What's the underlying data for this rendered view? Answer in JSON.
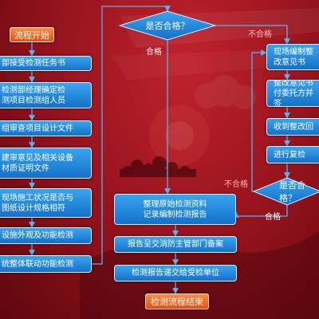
{
  "nodes": {
    "start": "流程开始",
    "receive_task": "部接受检测任务书",
    "assign_personnel": "检测部经理确定检\n测项目检测组人员",
    "review_design": "组审查项目设计文件",
    "review_opinion": "建审意见及相关设备\n材质证明文件",
    "site_check": "现场施工状况是否与\n图纸设计规格相符",
    "appearance_test": "设施外观及功能检测",
    "system_test": "统整体联动功能检测",
    "qualified_q1": "是否合格？",
    "rectify_notice": "现场编制整\n改意见书",
    "commission": "整改意见书\n付委托方并签",
    "receive_reply": "收到整改回",
    "recheck": "进行复检",
    "qualified_q2": "是否合格？",
    "compile_report": "整理原始检测资料\n记录编制检测报告",
    "submit_fire": "报告呈交消防主管部门备案",
    "deliver_report": "检测报告递交给受检单位",
    "end": "检测流程结束"
  },
  "edge_labels": {
    "pass_1": "合格",
    "fail_1": "不合格",
    "fail_2": "不合格",
    "pass_2": "合格"
  },
  "colors": {
    "background": "#9e1620",
    "process_fill": "#1f86dc",
    "terminal_fill": "#f06a24",
    "connector": "#5ab0f0",
    "fail_label": "#ffb3b3",
    "pass_label": "#ffffff"
  }
}
